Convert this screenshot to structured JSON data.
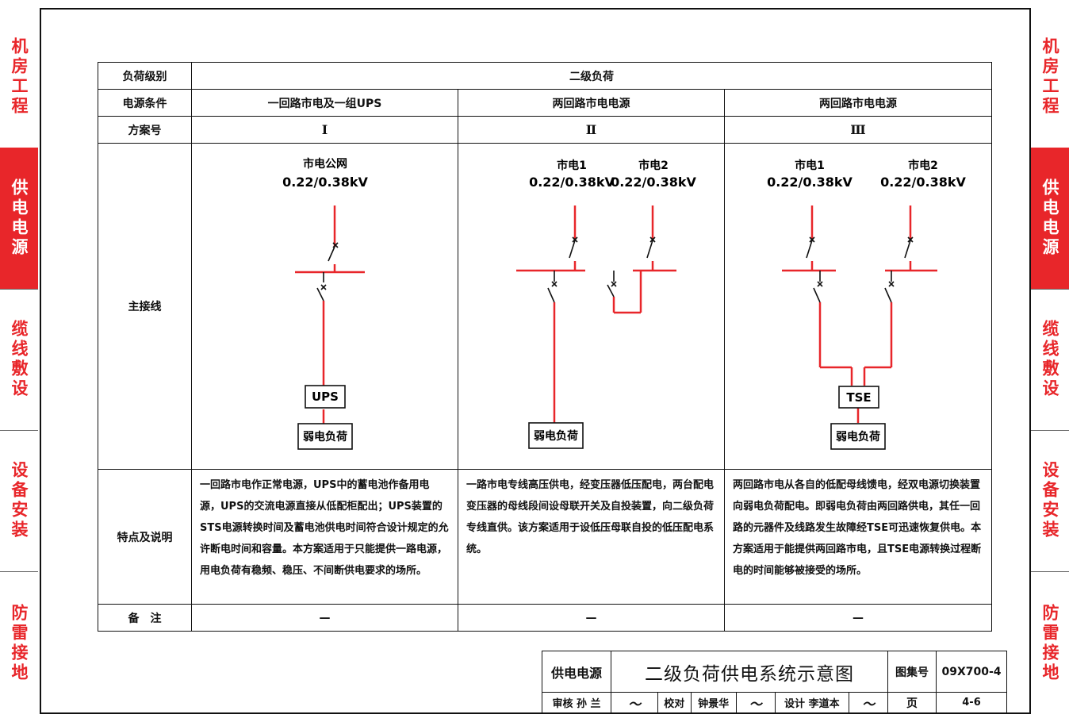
{
  "side_tabs": [
    "机房工程",
    "供电电源",
    "缆线敷设",
    "设备安装",
    "防雷接地"
  ],
  "active_tab": "供电电源",
  "accent_color": "#e8262a",
  "table": {
    "row_labels": {
      "load_level": "负荷级别",
      "power_condition": "电源条件",
      "scheme_no": "方案号",
      "main_wiring": "主接线",
      "features": "特点及说明",
      "remarks": "备　注"
    },
    "load_level_value": "二级负荷",
    "schemes": [
      {
        "condition": "一回路市电及一组UPS",
        "number": "Ⅰ",
        "sources": [
          {
            "name": "市电公网",
            "voltage": "0.22/0.38kV"
          }
        ],
        "device": "UPS",
        "load": "弱电负荷",
        "description": "一回路市电作正常电源，UPS中的蓄电池作备用电源，UPS的交流电源直接从低配柜配出；UPS装置的STS电源转换时间及蓄电池供电时间符合设计规定的允许断电时间和容量。本方案适用于只能提供一路电源，用电负荷有稳频、稳压、不间断供电要求的场所。",
        "remark": "—"
      },
      {
        "condition": "两回路市电电源",
        "number": "Ⅱ",
        "sources": [
          {
            "name": "市电1",
            "voltage": "0.22/0.38kV"
          },
          {
            "name": "市电2",
            "voltage": "0.22/0.38kV"
          }
        ],
        "load": "弱电负荷",
        "description": "一路市电专线高压供电，经变压器低压配电，两台配电变压器的母线段间设母联开关及自投装置，向二级负荷专线直供。该方案适用于设低压母联自投的低压配电系统。",
        "remark": "—"
      },
      {
        "condition": "两回路市电电源",
        "number": "Ⅲ",
        "sources": [
          {
            "name": "市电1",
            "voltage": "0.22/0.38kV"
          },
          {
            "name": "市电2",
            "voltage": "0.22/0.38kV"
          }
        ],
        "device": "TSE",
        "load": "弱电负荷",
        "description": "两回路市电从各自的低配母线馈电，经双电源切换装置向弱电负荷配电。即弱电负荷由两回路供电，其任一回路的元器件及线路发生故障经TSE可迅速恢复供电。本方案适用于能提供两回路市电，且TSE电源转换过程断电的时间能够被接受的场所。",
        "remark": "—"
      }
    ]
  },
  "title_block": {
    "section": "供电电源",
    "title": "二级负荷供电系统示意图",
    "atlas_label": "图集号",
    "atlas_no": "09X700-4",
    "review_label": "审核",
    "reviewer": "孙 兰",
    "check_label": "校对",
    "checker": "钟景华",
    "design_label": "设计",
    "designer": "李道本",
    "page_label": "页",
    "page_no": "4-6"
  }
}
